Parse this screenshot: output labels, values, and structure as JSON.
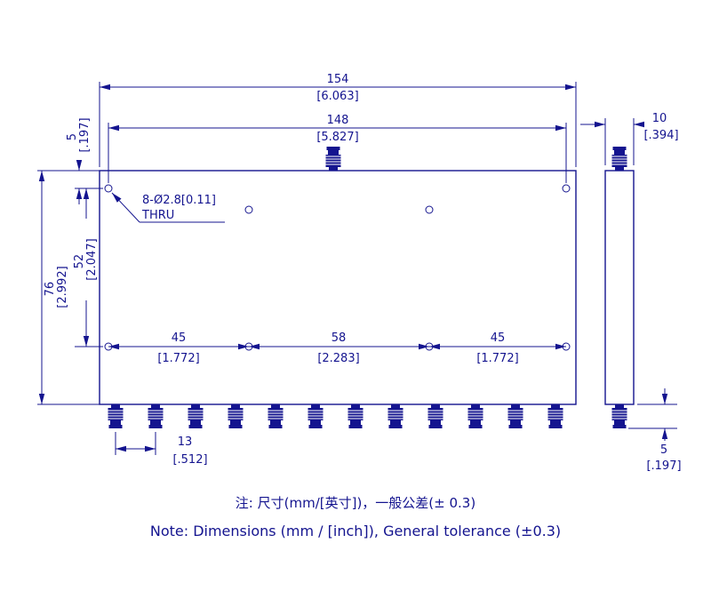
{
  "colors": {
    "line": "#14148f",
    "background": "#ffffff"
  },
  "dims": {
    "overall_width": {
      "mm": "154",
      "inch": "[6.063]"
    },
    "hole_span_width": {
      "mm": "148",
      "inch": "[5.827]"
    },
    "top_edge_to_holes": {
      "mm": "5",
      "inch": "[.197]"
    },
    "hole_rows_spacing": {
      "mm": "52",
      "inch": "[2.047]"
    },
    "overall_height": {
      "mm": "76",
      "inch": "[2.992]"
    },
    "bottom_span_left": {
      "mm": "45",
      "inch": "[1.772]"
    },
    "bottom_span_mid": {
      "mm": "58",
      "inch": "[2.283]"
    },
    "bottom_span_right": {
      "mm": "45",
      "inch": "[1.772]"
    },
    "connector_pitch": {
      "mm": "13",
      "inch": "[.512]"
    },
    "side_thickness": {
      "mm": "10",
      "inch": "[.394]"
    },
    "connector_protrusion": {
      "mm": "5",
      "inch": "[.197]"
    }
  },
  "callouts": {
    "holes": {
      "line1": "8-Ø2.8[0.11]",
      "line2": "THRU"
    }
  },
  "notes": {
    "cn": "注: 尺寸(mm/[英寸])，一般公差(± 0.3)",
    "en": "Note: Dimensions (mm / [inch]), General tolerance (±0.3)"
  }
}
